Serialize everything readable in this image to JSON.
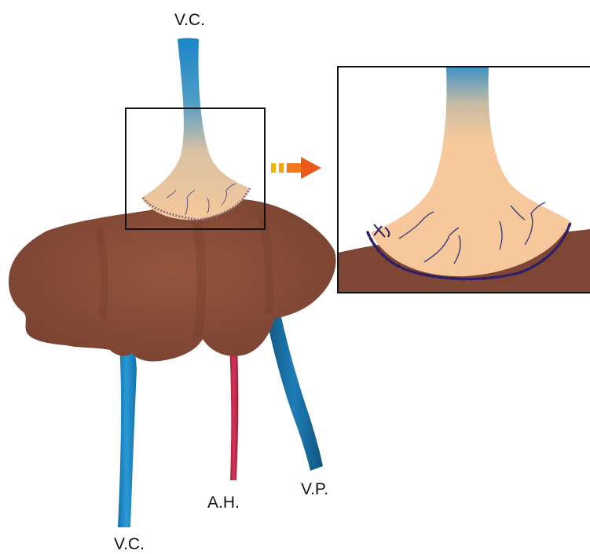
{
  "labels": {
    "vc_top": "V.C.",
    "vc_bottom": "V.C.",
    "hepatic_artery": "A.H.",
    "portal_vein": "V.P."
  },
  "colors": {
    "liver": "#8a4f3d",
    "liver_shadow": "#6e3b2c",
    "vein_blue": "#1e86c6",
    "vein_dark": "#155f8e",
    "graft_tan": "#f6c89b",
    "artery_red": "#c0294a",
    "gallbladder_green": "#2d8a36",
    "suture_purple": "#3a2570",
    "arrow_orange": "#f07a1a",
    "inset_border": "#111111"
  }
}
